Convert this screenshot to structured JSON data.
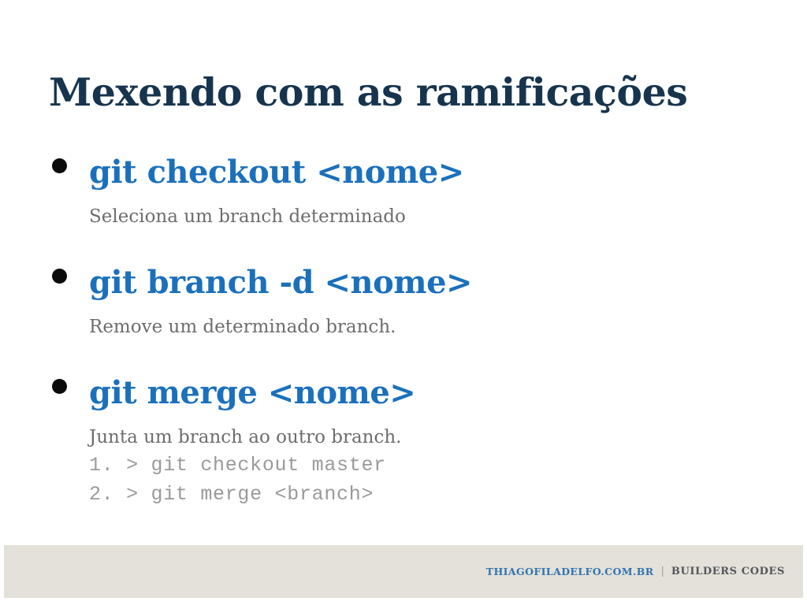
{
  "slide": {
    "title": "Mexendo com as ramificações",
    "items": [
      {
        "command": "git checkout <nome>",
        "description": "Seleciona um branch determinado"
      },
      {
        "command": "git branch -d <nome>",
        "description": "Remove um determinado branch."
      },
      {
        "command": "git merge <nome>",
        "description": "Junta um branch ao outro branch.",
        "code_lines": [
          "1. > git checkout master",
          "2. > git merge <branch>"
        ]
      }
    ]
  },
  "footer": {
    "site": "THIAGOFILADELFO.COM.BR",
    "separator": "|",
    "brand": "BUILDERS CODES"
  },
  "colors": {
    "title": "#17344e",
    "command": "#1b70bc",
    "description": "#6d6d6d",
    "code": "#9a9a9a",
    "bullet": "#0b0b0b",
    "footer_bg": "#e3e1d9",
    "footer_site": "#3273b0",
    "footer_brand": "#54565b",
    "footer_separator": "#9b9b9b"
  }
}
